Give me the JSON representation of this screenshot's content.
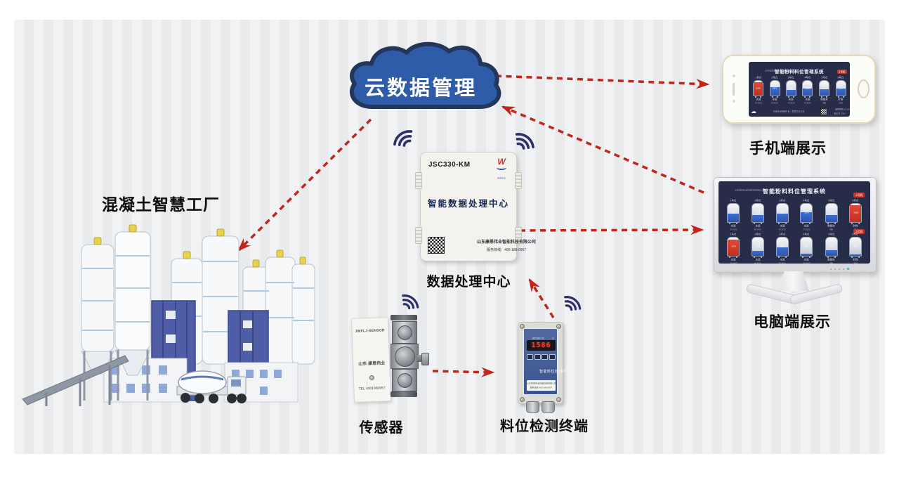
{
  "colors": {
    "arrow_red": "#c1251b",
    "wifi_navy": "#2c2f6b",
    "cloud_blue": "#2f5ca9",
    "cloud_outline": "#25365c",
    "silo_blue": "#2e5fc0",
    "silo_red": "#cf3a2c",
    "badge_red": "#c0392e",
    "screen_navy": "#272c49"
  },
  "cloud": {
    "label": "云数据管理"
  },
  "factory": {
    "caption": "混凝土智慧工厂"
  },
  "processor": {
    "model": "JSC330-KM",
    "title": "智能数据处理中心",
    "company": "山东康恩伟业智能科技有限公司",
    "hotline": "服务热线：400-188-0957",
    "logo_text": "W",
    "logo_sub": "康恩伟业",
    "caption": "数据处理中心"
  },
  "sensor": {
    "plate_model": "JWFLJ-SENSOR",
    "plate_brand": "山东·康恩伟业",
    "plate_tel": "TEL 4001880957",
    "caption": "传感器"
  },
  "terminal": {
    "model": "JSC330-JC",
    "logo": "W",
    "display_value": "1586",
    "panel_title": "智能料位检测终端",
    "label_line1": "山东康恩伟业智能科技有限公司",
    "label_line2": "服务热线 400-188-0957",
    "caption": "料位检测终端"
  },
  "phone": {
    "caption": "手机端展示",
    "screen": {
      "company": "山东康恩伟业智能科技有限公司",
      "title": "智能粉料料位管理系统",
      "badge": "1号机",
      "footer_status": "已接通云网络平台，数据交互正常",
      "footer_line1": "数据刷新 15:06",
      "footer_line2": "版本号 0901",
      "silos": [
        {
          "name": "1号仓",
          "value": "2160",
          "material": "水泥",
          "spec": "P.O425",
          "fill": 92,
          "color": "red"
        },
        {
          "name": "2号仓",
          "value": "1943",
          "material": "水泥",
          "spec": "P.O425",
          "fill": 55,
          "color": "blue"
        },
        {
          "name": "3号仓",
          "value": "865",
          "material": "水泥",
          "spec": "P.O525",
          "fill": 38,
          "color": "blue"
        },
        {
          "name": "4号仓",
          "value": "1322",
          "material": "水泥",
          "spec": "P.O525",
          "fill": 48,
          "color": "blue"
        },
        {
          "name": "5号仓",
          "value": "1061",
          "material": "粉煤灰",
          "spec": "Ⅱ级",
          "fill": 42,
          "color": "blue"
        },
        {
          "name": "6号仓",
          "value": "726",
          "material": "矿粉",
          "spec": "S95",
          "fill": 46,
          "color": "blue"
        }
      ]
    }
  },
  "pc": {
    "caption": "电脑端展示",
    "screen": {
      "company": "山东康恩伟业智能科技有限公司",
      "title": "智能粉料料位管理系统",
      "badge1": "1号机",
      "badge2": "2号机",
      "row1": [
        {
          "name": "1号仓",
          "value": "983",
          "material": "水泥",
          "spec": "P.O425",
          "fill": 45,
          "color": "blue"
        },
        {
          "name": "2号仓",
          "value": "846",
          "material": "水泥",
          "spec": "P.O425",
          "fill": 38,
          "color": "blue"
        },
        {
          "name": "3号仓",
          "value": "1021",
          "material": "水泥",
          "spec": "P.O525",
          "fill": 46,
          "color": "blue"
        },
        {
          "name": "4号仓",
          "value": "1164",
          "material": "水泥",
          "spec": "P.O525",
          "fill": 52,
          "color": "blue"
        },
        {
          "name": "5号仓",
          "value": "902",
          "material": "粉煤灰",
          "spec": "Ⅱ级",
          "fill": 40,
          "color": "blue"
        },
        {
          "name": "6号仓",
          "value": "2056",
          "material": "矿粉",
          "spec": "S95",
          "fill": 92,
          "color": "red"
        }
      ],
      "row2": [
        {
          "name": "1号仓",
          "value": "1975",
          "material": "水泥",
          "spec": "P.O425",
          "fill": 88,
          "color": "red"
        },
        {
          "name": "2号仓",
          "value": "621",
          "material": "水泥",
          "spec": "P.O425",
          "fill": 28,
          "color": "blue"
        },
        {
          "name": "3号仓",
          "value": "1033",
          "material": "水泥",
          "spec": "P.O525",
          "fill": 46,
          "color": "blue"
        },
        {
          "name": "4号仓",
          "value": "268",
          "material": "水泥",
          "spec": "P.O525",
          "fill": 12,
          "color": "blue"
        },
        {
          "name": "5号仓",
          "value": "671",
          "material": "粉煤灰",
          "spec": "Ⅱ级",
          "fill": 30,
          "color": "blue"
        },
        {
          "name": "6号仓",
          "value": "183",
          "material": "矿粉",
          "spec": "S95",
          "fill": 8,
          "color": "blue"
        }
      ]
    }
  }
}
